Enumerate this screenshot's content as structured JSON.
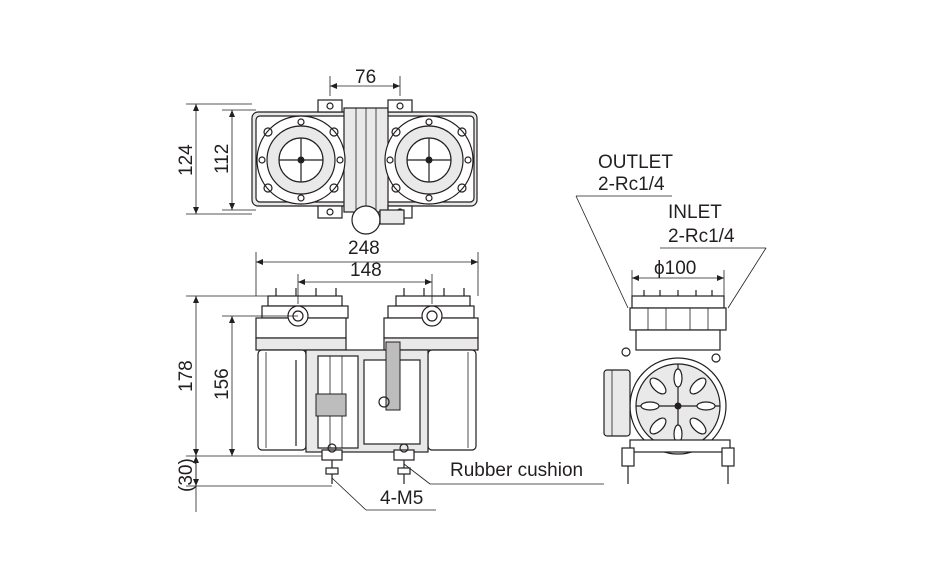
{
  "dimensions": {
    "top_width": "76",
    "top_height_outer": "124",
    "top_height_inner": "112",
    "front_width_overall": "248",
    "front_width_heads": "148",
    "front_height_overall": "178",
    "front_height_body": "156",
    "front_height_feet": "(30)",
    "side_diameter": "ϕ100"
  },
  "callouts": {
    "rubber_cushion": "Rubber cushion",
    "mount_screws": "4-M5",
    "outlet_name": "OUTLET",
    "outlet_thread": "2-Rc1/4",
    "inlet_name": "INLET",
    "inlet_thread": "2-Rc1/4"
  }
}
